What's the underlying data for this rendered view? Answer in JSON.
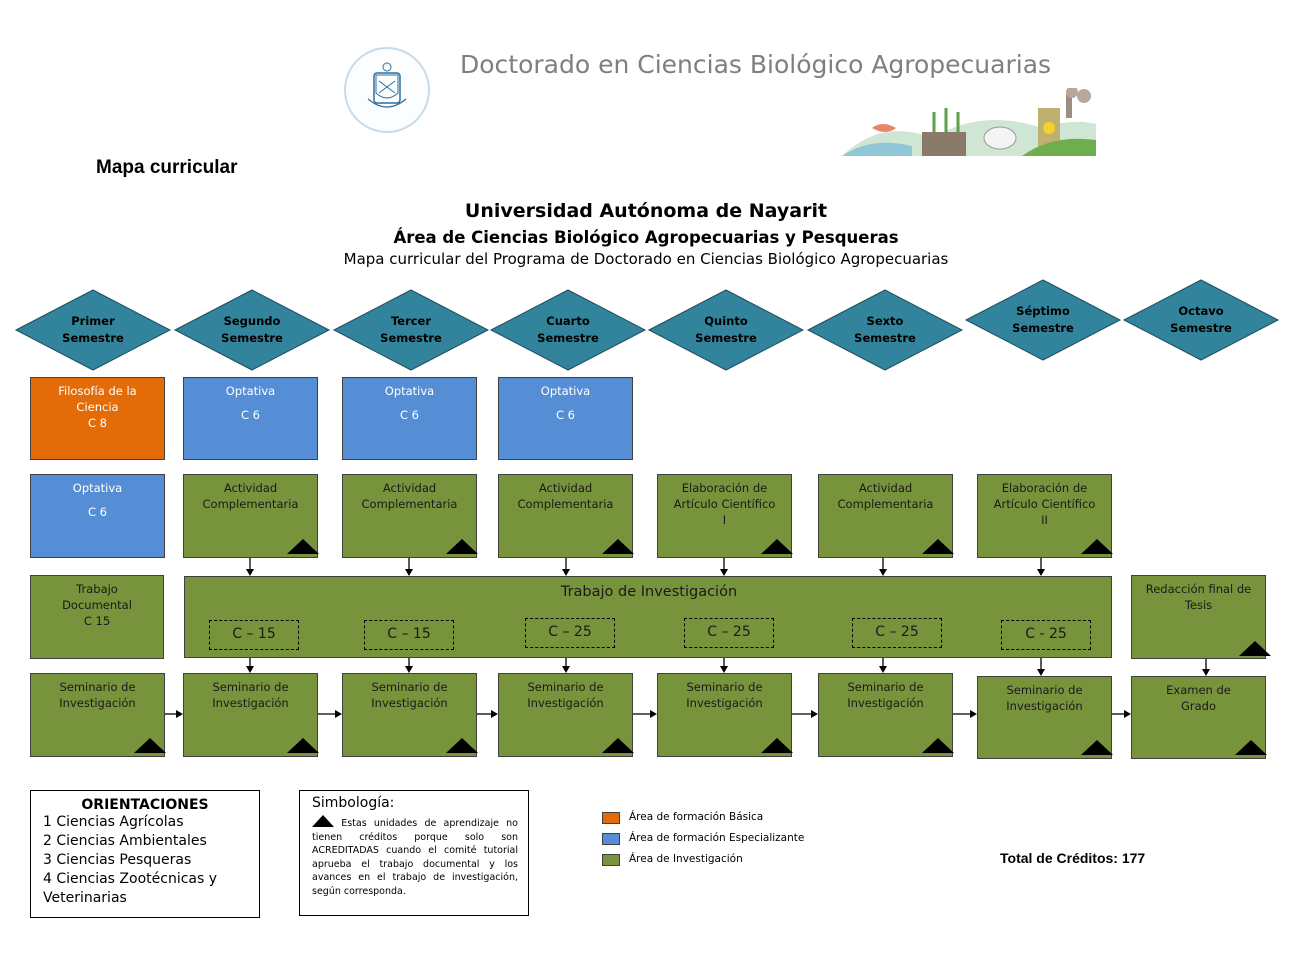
{
  "banner": {
    "title": "Doctorado en Ciencias Biológico Agropecuarias"
  },
  "page_label": "Mapa curricular",
  "header": {
    "university": "Universidad Autónoma de Nayarit",
    "area": "Área de Ciencias Biológico Agropecuarias y Pesqueras",
    "subtitle": "Mapa curricular del Programa de Doctorado en Ciencias Biológico Agropecuarias"
  },
  "semesters": [
    [
      "Primer",
      "Semestre"
    ],
    [
      "Segundo",
      "Semestre"
    ],
    [
      "Tercer",
      "Semestre"
    ],
    [
      "Cuarto",
      "Semestre"
    ],
    [
      "Quinto",
      "Semestre"
    ],
    [
      "Sexto",
      "Semestre"
    ],
    [
      "Séptimo",
      "Semestre"
    ],
    [
      "Octavo",
      "Semestre"
    ]
  ],
  "row1": [
    {
      "lines": [
        "Filosofía de la",
        "Ciencia",
        "C 8"
      ],
      "area": "basica"
    },
    {
      "lines": [
        "Optativa",
        "",
        "C 6"
      ],
      "area": "especializante"
    },
    {
      "lines": [
        "Optativa",
        "",
        "C 6"
      ],
      "area": "especializante"
    },
    {
      "lines": [
        "Optativa",
        "",
        "C 6"
      ],
      "area": "especializante"
    }
  ],
  "row2": [
    {
      "lines": [
        "Optativa",
        "",
        "C 6"
      ],
      "area": "especializante",
      "accredited": false
    },
    {
      "lines": [
        "Actividad",
        "Complementaria"
      ],
      "area": "investigacion",
      "accredited": true
    },
    {
      "lines": [
        "Actividad",
        "Complementaria"
      ],
      "area": "investigacion",
      "accredited": true
    },
    {
      "lines": [
        "Actividad",
        "Complementaria"
      ],
      "area": "investigacion",
      "accredited": true
    },
    {
      "lines": [
        "Elaboración de",
        "Artículo Científico",
        "I"
      ],
      "area": "investigacion",
      "accredited": true
    },
    {
      "lines": [
        "Actividad",
        "Complementaria"
      ],
      "area": "investigacion",
      "accredited": true
    },
    {
      "lines": [
        "Elaboración de",
        "Artículo Científico",
        "II"
      ],
      "area": "investigacion",
      "accredited": true
    }
  ],
  "trabajo_documental": {
    "lines": [
      "Trabajo",
      "Documental",
      "",
      "C 15"
    ]
  },
  "trabajo_investigacion": {
    "title": "Trabajo de Investigación",
    "credits": [
      "C – 15",
      "C – 15",
      "C – 25",
      "C – 25",
      "C – 25",
      "C - 25"
    ]
  },
  "redaccion": {
    "lines": [
      "Redacción final de",
      "Tesis"
    ]
  },
  "row4": [
    {
      "lines": [
        "Seminario de",
        "Investigación"
      ]
    },
    {
      "lines": [
        "Seminario de",
        "Investigación"
      ]
    },
    {
      "lines": [
        "Seminario de",
        "Investigación"
      ]
    },
    {
      "lines": [
        "Seminario de",
        "Investigación"
      ]
    },
    {
      "lines": [
        "Seminario de",
        "Investigación"
      ]
    },
    {
      "lines": [
        "Seminario de",
        "Investigación"
      ]
    },
    {
      "lines": [
        "Seminario de",
        "Investigación"
      ]
    },
    {
      "lines": [
        "Examen de",
        "Grado"
      ]
    }
  ],
  "orientaciones": {
    "title": "ORIENTACIONES",
    "items": [
      "1 Ciencias Agrícolas",
      "2 Ciencias Ambientales",
      "3 Ciencias Pesqueras",
      "4 Ciencias Zootécnicas y",
      "Veterinarias"
    ]
  },
  "simbologia": {
    "title": "Simbología:",
    "text": "Estas unidades de aprendizaje no tienen créditos porque solo son ACREDITADAS cuando el comité tutorial aprueba el trabajo documental y los avances en el trabajo de investigación, según corresponda."
  },
  "legend": [
    {
      "label": "Área de formación Básica",
      "color": "#e36c09"
    },
    {
      "label": "Área de formación Especializante",
      "color": "#558ed5"
    },
    {
      "label": "Área de Investigación",
      "color": "#77933c"
    }
  ],
  "total": "Total de Créditos: 177",
  "colors": {
    "diamond": "#31849b",
    "basica": "#e36c09",
    "especializante": "#558ed5",
    "investigacion": "#77933c"
  }
}
